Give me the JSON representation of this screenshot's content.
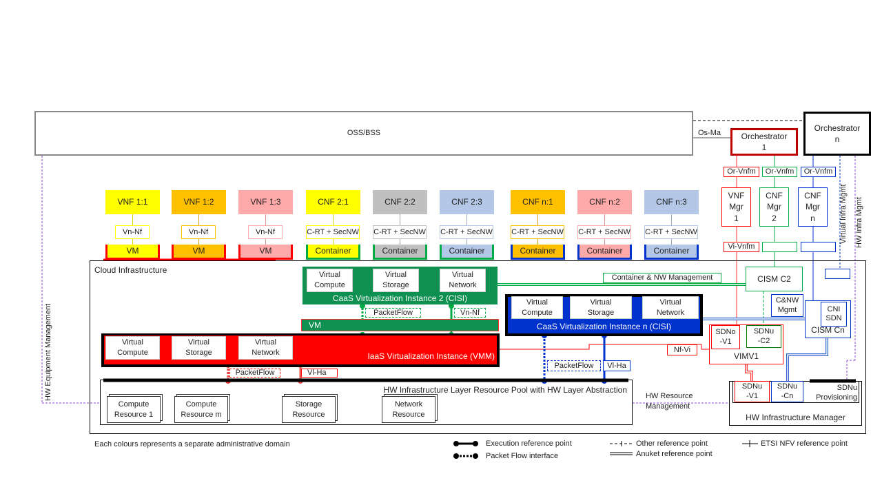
{
  "oss": "OSS/BSS",
  "os_ma": "Os-Ma",
  "orch1": "Orchestrator\n1",
  "orchn": "Orchestrator\nn",
  "or_vnfm": "Or-Vnfm",
  "vi_vnfm": "Vi-Vnfm",
  "mgrs": [
    "VNF\nMgr\n1",
    "CNF\nMgr\n2",
    "CNF\nMgr\nn"
  ],
  "virtual_infra_mgmt": "Virtual Infra Mgmt",
  "hw_infra_mgmt": "HW Infra Mgmt",
  "hw_equipment_mgmt": "HW Equipment Management",
  "functions": [
    {
      "name": "VNF 1:1",
      "iface": "Vn-Nf",
      "host": "VM",
      "color": "#ffff00"
    },
    {
      "name": "VNF 1:2",
      "iface": "Vn-Nf",
      "host": "VM",
      "color": "#ffc000"
    },
    {
      "name": "VNF 1:3",
      "iface": "Vn-Nf",
      "host": "VM",
      "color": "#ffaaaa"
    },
    {
      "name": "CNF 2:1",
      "iface": "C-RT + SecNW",
      "host": "Container",
      "color": "#ffff00"
    },
    {
      "name": "CNF 2:2",
      "iface": "C-RT + SecNW",
      "host": "Container",
      "color": "#c0c0c0"
    },
    {
      "name": "CNF 2:3",
      "iface": "C-RT + SecNW",
      "host": "Container",
      "color": "#b4c7e7"
    },
    {
      "name": "CNF n:1",
      "iface": "C-RT + SecNW",
      "host": "Container",
      "color": "#ffc000"
    },
    {
      "name": "CNF n:2",
      "iface": "C-RT + SecNW",
      "host": "Container",
      "color": "#ffaaaa"
    },
    {
      "name": "CNF n:3",
      "iface": "C-RT + SecNW",
      "host": "Container",
      "color": "#b4c7e7"
    }
  ],
  "cloud_infra": "Cloud  Infrastructure",
  "virt": {
    "compute": "Virtual\nCompute",
    "storage": "Virtual\nStorage",
    "network": "Virtual\nNetwork"
  },
  "caas2": "CaaS Virtualization Instance 2 (CISI)",
  "caasn": "CaaS Virtualization Instance n (CISI)",
  "iaas": "IaaS Virtualization Instance (VMM)",
  "vm": "VM",
  "packetflow": "PacketFlow",
  "vn_nf": "Vn-Nf",
  "vl_ha": "Vl-Ha",
  "nf_vi": "Nf-Vi",
  "container_nw_mgmt": "Container & NW  Management",
  "cism_c2": "CISM C2",
  "cnw_mgmt": "C&NW\nMgmt",
  "cni_sdn": "CNI\nSDN",
  "cism_cn": "CISM Cn",
  "sdno_v1": "SDNo\n-V1",
  "sdnu_c2": "SDNu\n-C2",
  "vimv1": "VIMV1",
  "hw_layer": "HW Infrastructure Layer Resource Pool with HW Layer Abstraction",
  "resources": [
    "Compute\nResource 1",
    "Compute\nResource m",
    "Storage\nResource",
    "Network\nResource"
  ],
  "hw_resource_mgmt": "HW Resource\nManagement",
  "sdnu_v1": "SDNu\n-V1",
  "sdnu_cn": "SDNu\n-Cn",
  "sdnu_prov": "SDNu\nProvisioning",
  "hw_infra_manager": "HW Infrastructure Manager",
  "legend": {
    "note": "Each colours represents a separate administrative domain",
    "exec": "Execution reference point",
    "packet": "Packet Flow interface",
    "other": "Other reference point",
    "anuket": "Anuket reference point",
    "etsi": "ETSI NFV reference point"
  },
  "colors": {
    "red": "#ff0000",
    "green": "#0e9150",
    "blue": "#0033cc"
  }
}
